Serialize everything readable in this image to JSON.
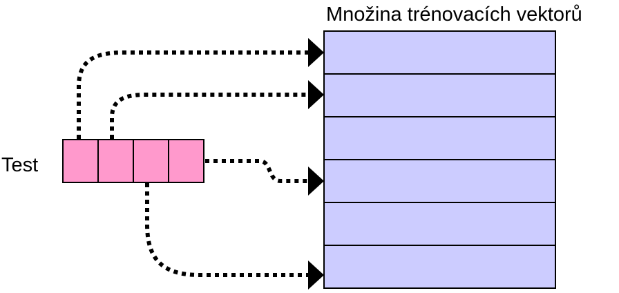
{
  "diagram": {
    "title": "Množina trénovacích vektorů",
    "test_label": "Test",
    "test_vector": {
      "cell_count": 4,
      "fill_color": "#ff99cc"
    },
    "training_set": {
      "row_count": 6,
      "fill_color": "#ccccff"
    },
    "arrows": [
      {
        "from_cell": 0,
        "to_row": 0,
        "style": "dotted"
      },
      {
        "from_cell": 1,
        "to_row": 1,
        "style": "dotted"
      },
      {
        "from_cell": 3,
        "to_row": 3,
        "style": "dotted"
      },
      {
        "from_cell": 2,
        "to_row": 5,
        "style": "dotted"
      }
    ],
    "line_color": "#000000"
  }
}
